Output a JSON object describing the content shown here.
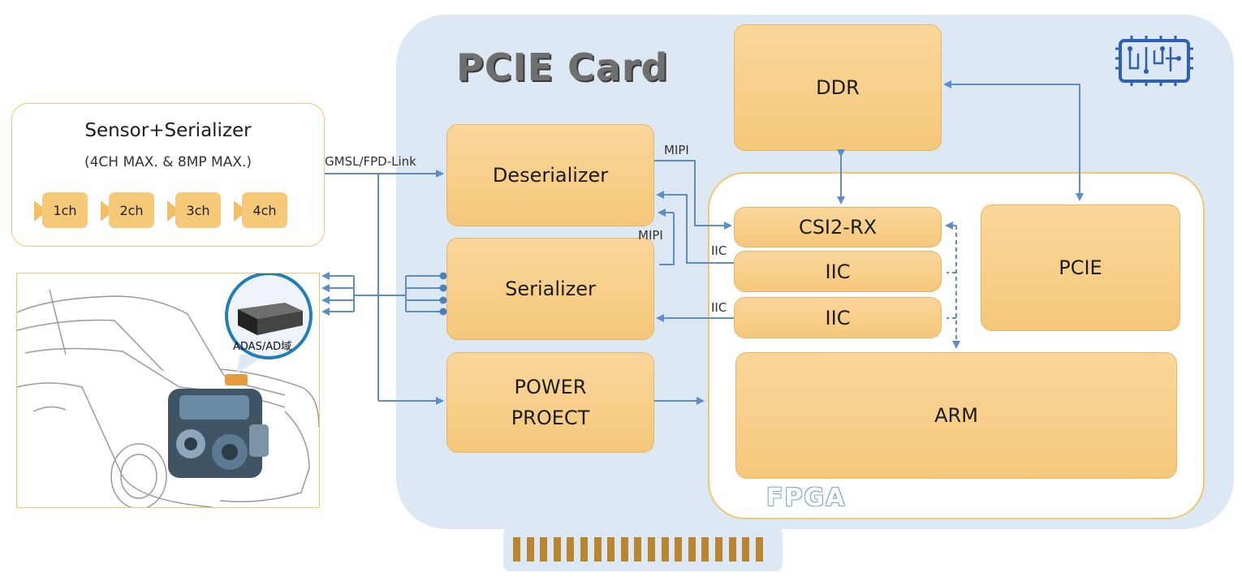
{
  "card": {
    "title": "PCIE Card",
    "fpga_label": "FPGA"
  },
  "sensor": {
    "title": "Sensor+Serializer",
    "subtitle": "(4CH MAX. &   8MP MAX.)",
    "channels": [
      "1ch",
      "2ch",
      "3ch",
      "4ch"
    ]
  },
  "blocks": {
    "deserializer": "Deserializer",
    "serializer": "Serializer",
    "power_line1": "POWER",
    "power_line2": "PROECT",
    "ddr": "DDR",
    "csi2rx": "CSI2-RX",
    "iic1": "IIC",
    "iic2": "IIC",
    "pcie": "PCIE",
    "arm": "ARM"
  },
  "labels": {
    "link": "GMSL/FPD-Link",
    "mipi_top": "MIPI",
    "mipi_mid": "MIPI",
    "iic_top": "IIC",
    "iic_bottom": "IIC",
    "adas": "ADAS/AD域"
  },
  "icons": [
    "chip-icon",
    "car-illustration",
    "connector-pins"
  ],
  "colors": {
    "card_bg": "#dce8f3",
    "block": "#f5c77b",
    "arrow": "#5b8ec8",
    "border": "#f0c770"
  }
}
